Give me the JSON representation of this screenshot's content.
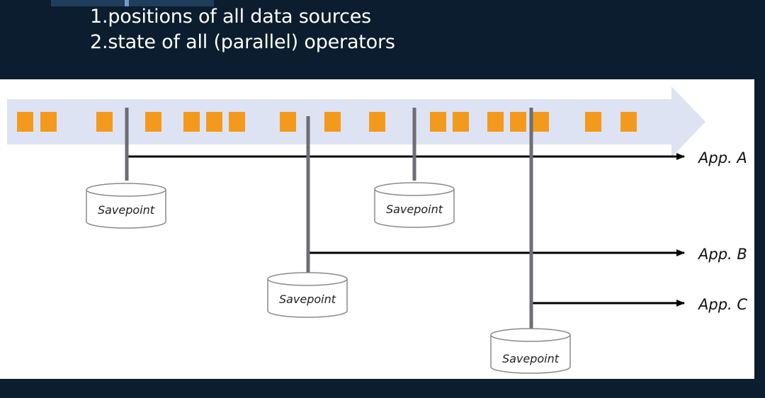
{
  "header": {
    "lines": [
      "1.positions of all data sources",
      "2.state of all (parallel) operators"
    ]
  },
  "diagram": {
    "savepoint_label": "Savepoint",
    "apps": [
      "App. A",
      "App. B",
      "App. C"
    ],
    "colors": {
      "stream": "#dde3f3",
      "event": "#f39a1d",
      "marker": "#6c6e73",
      "arrow": "#000000",
      "savepoint_border": "#8a8a8a"
    }
  }
}
